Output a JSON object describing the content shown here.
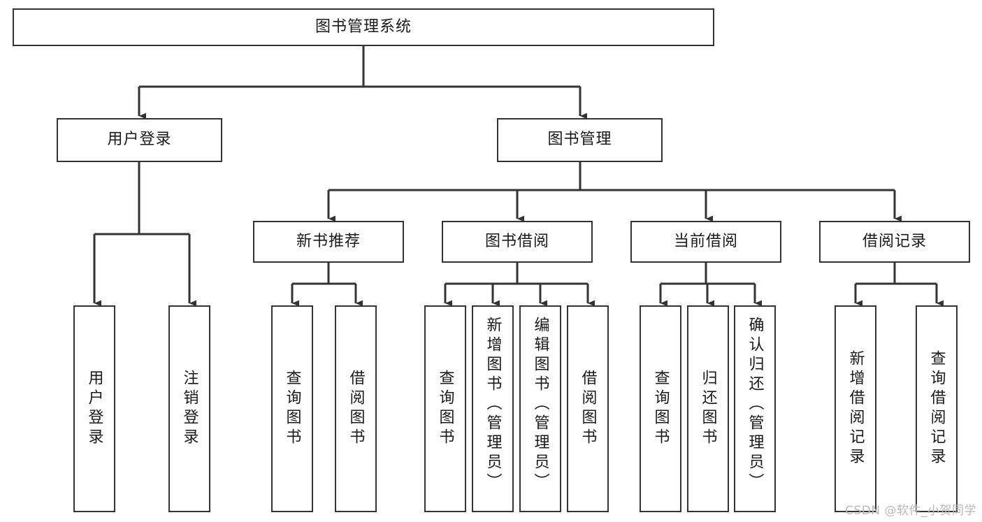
{
  "diagram": {
    "type": "tree-hierarchy-chart",
    "title": "图书管理系统",
    "root": {
      "label": "图书管理系统"
    },
    "level2": [
      {
        "label": "用户登录"
      },
      {
        "label": "图书管理"
      }
    ],
    "level3": [
      {
        "label": "新书推荐"
      },
      {
        "label": "图书借阅"
      },
      {
        "label": "当前借阅"
      },
      {
        "label": "借阅记录"
      }
    ],
    "leaves": {
      "user_login": [
        {
          "label": "用户登录"
        },
        {
          "label": "注销登录"
        }
      ],
      "new_book_recommend": [
        {
          "label": "查询图书"
        },
        {
          "label": "借阅图书"
        }
      ],
      "book_borrow": [
        {
          "label": "查询图书"
        },
        {
          "label": "新增图书（管理员）"
        },
        {
          "label": "编辑图书（管理员）"
        },
        {
          "label": "借阅图书"
        }
      ],
      "current_borrow": [
        {
          "label": "查询图书"
        },
        {
          "label": "归还图书"
        },
        {
          "label": "确认归还（管理员）"
        }
      ],
      "borrow_record": [
        {
          "label": "新增借阅记录"
        },
        {
          "label": "查询借阅记录"
        }
      ]
    }
  },
  "watermark": {
    "text": "CSDN @软件_小贺同学"
  },
  "colors": {
    "stroke": "#333333",
    "background": "#ffffff",
    "text": "#1a1a1a",
    "watermark": "#b9b9b9"
  }
}
